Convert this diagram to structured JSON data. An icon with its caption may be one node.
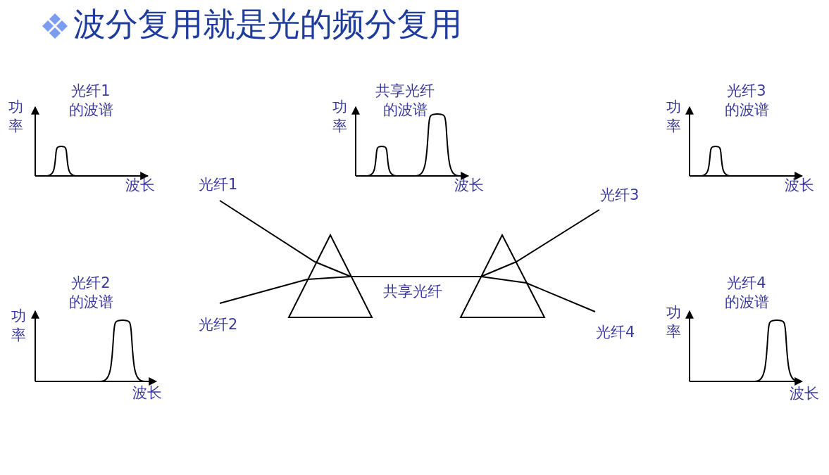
{
  "diagram": {
    "title": "波分复用就是光的频分复用",
    "labels": [
      "光纤1的波谱",
      "功率",
      "波长",
      "共享光纤的波谱",
      "功率",
      "波长",
      "光纤3的波谱",
      "功率",
      "波长",
      "光纤1",
      "光纤3",
      "光纤2",
      "光纤4",
      "共享光纤",
      "光纤2的波谱",
      "功率",
      "波长",
      "光纤4的波谱",
      "功率",
      "波长"
    ]
  }
}
